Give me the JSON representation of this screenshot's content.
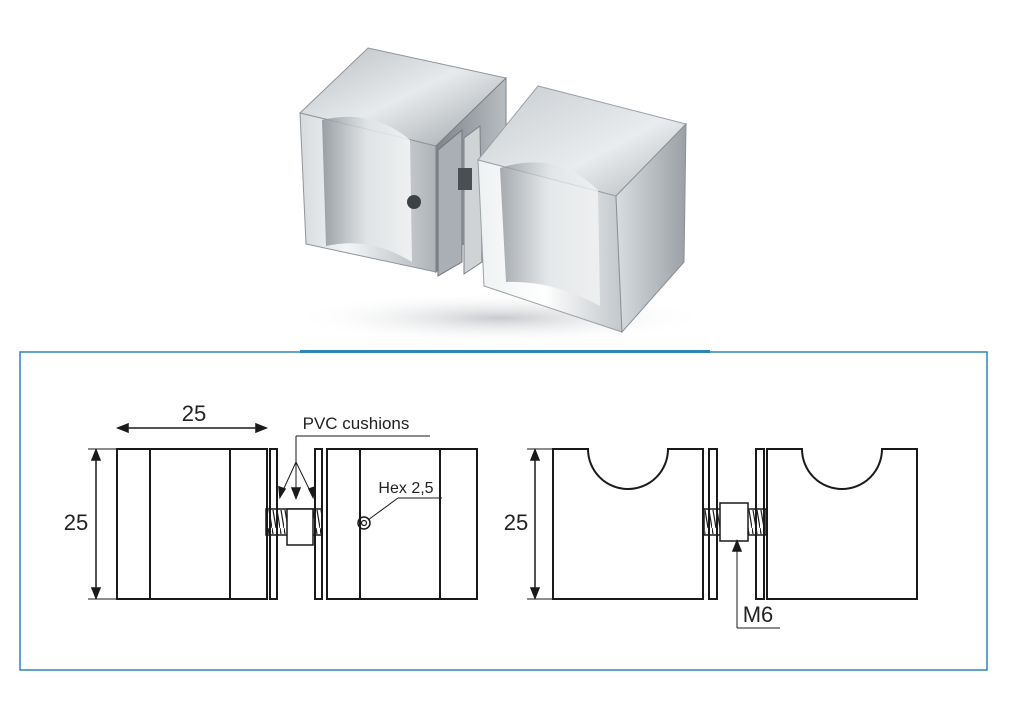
{
  "colors": {
    "frame": "#2e86b5",
    "line": "#1a1a1a",
    "metal_light": "#f4f6f7",
    "metal_mid": "#c9ced2",
    "metal_dark": "#8a9096"
  },
  "photo": {
    "subject": "pair of square stainless steel door knobs mounted back to back"
  },
  "drawing": {
    "width_dim": "25",
    "height_dim_left": "25",
    "height_dim_right": "25",
    "pvc_label": "PVC cushions",
    "hex_label": "Hex 2,5",
    "thread_label": "M6"
  }
}
